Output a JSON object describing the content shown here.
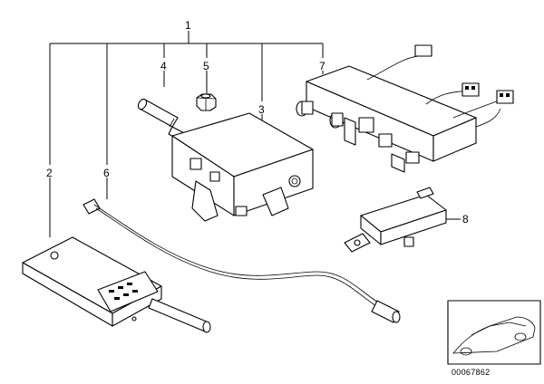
{
  "diagram": {
    "callouts": [
      "1",
      "2",
      "3",
      "4",
      "5",
      "6",
      "7",
      "8"
    ],
    "reference_number": "00067862"
  },
  "colors": {
    "line": "#000000",
    "background": "#ffffff"
  }
}
